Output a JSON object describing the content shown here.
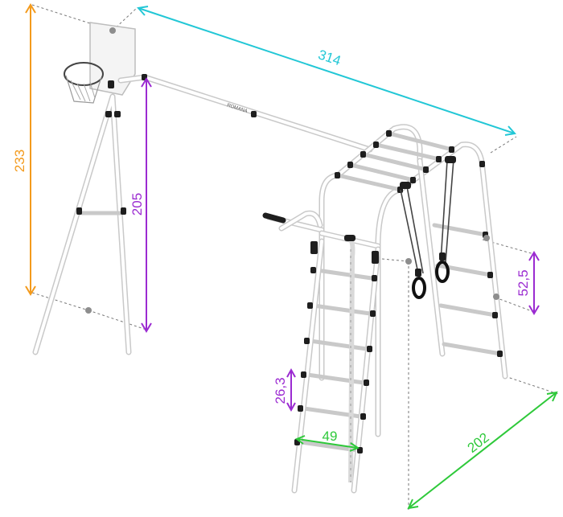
{
  "colors": {
    "height_total": "#f39a1c",
    "width_total": "#22c7d6",
    "height_bar": "#9b2bd1",
    "depth": "#2ec93a",
    "rung_step": "#9b2bd1",
    "ladder_width": "#2ec93a",
    "ring_height": "#9b2bd1"
  },
  "dimensions": {
    "total_height": "233",
    "total_width": "314",
    "bar_height": "205",
    "depth": "202",
    "ring_height": "52,5",
    "rung_step": "26,3",
    "ladder_width": "49"
  },
  "labels": {
    "brand": "ROMANA"
  }
}
